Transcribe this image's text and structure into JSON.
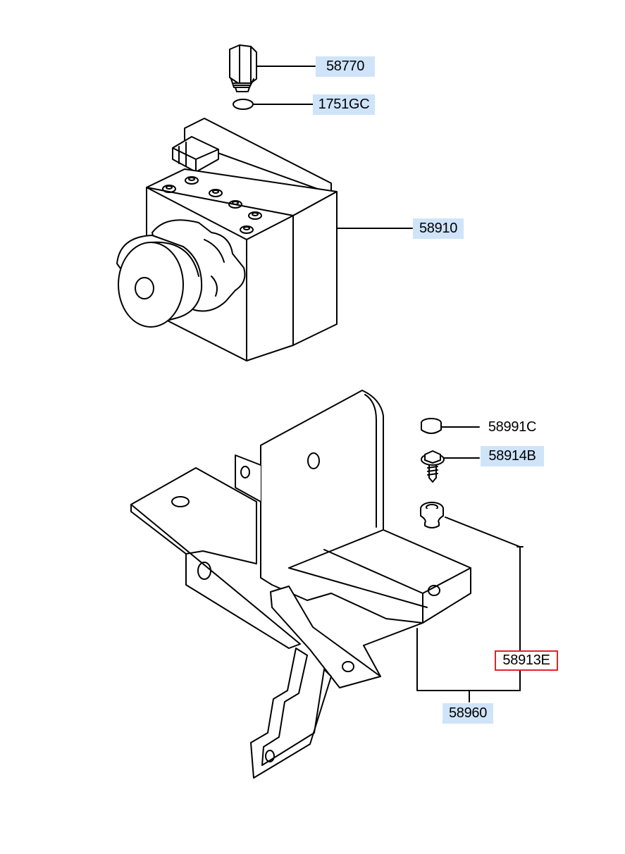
{
  "callouts": {
    "c58770": "58770",
    "c1751GC": "1751GC",
    "c58910": "58910",
    "c58991C": "58991C",
    "c58914B": "58914B",
    "c58913E": "58913E",
    "c58960": "58960"
  },
  "colors": {
    "highlight": "#cfe4f9",
    "selected_border": "#e0242b",
    "line": "#000000"
  }
}
